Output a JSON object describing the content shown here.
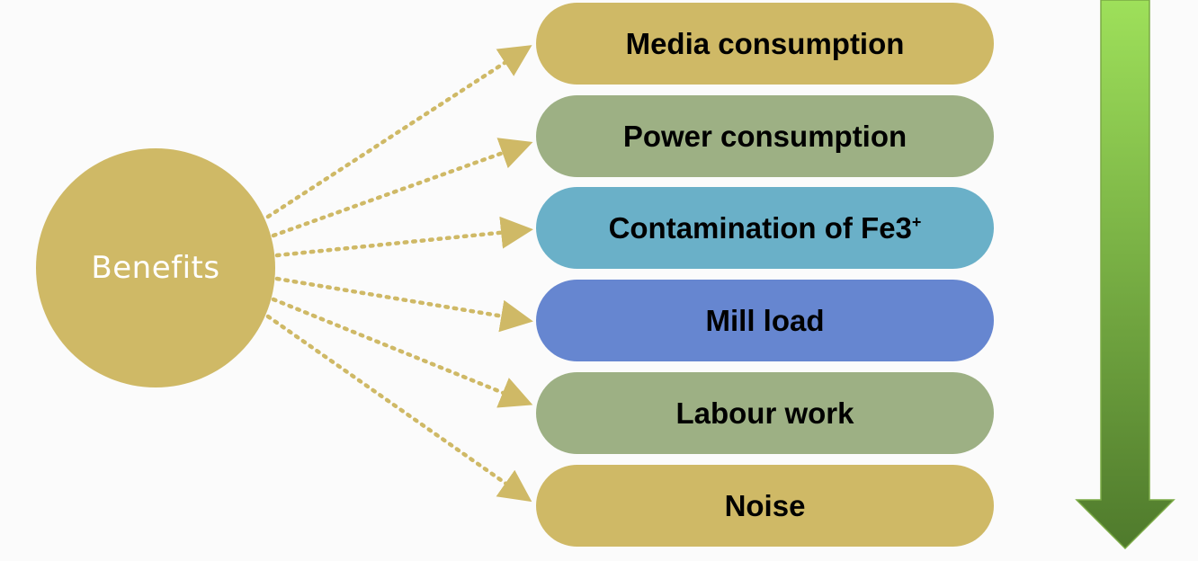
{
  "hub": {
    "label": "Benefits",
    "color": "#cfb966"
  },
  "items": [
    {
      "label": "Media consumption",
      "suffix": "",
      "color": "#cfb966"
    },
    {
      "label": "Power consumption",
      "suffix": "",
      "color": "#9db084"
    },
    {
      "label": "Contamination of Fe3",
      "suffix": "+",
      "color": "#6ab0c8"
    },
    {
      "label": "Mill load",
      "suffix": "",
      "color": "#6686d0"
    },
    {
      "label": "Labour work",
      "suffix": "",
      "color": "#9db084"
    },
    {
      "label": "Noise",
      "suffix": "",
      "color": "#cfb966"
    }
  ],
  "connector_color": "#cfb966",
  "arrow": {
    "direction": "down",
    "color_top": "#9ee05a",
    "color_bottom": "#4f7a2c"
  }
}
